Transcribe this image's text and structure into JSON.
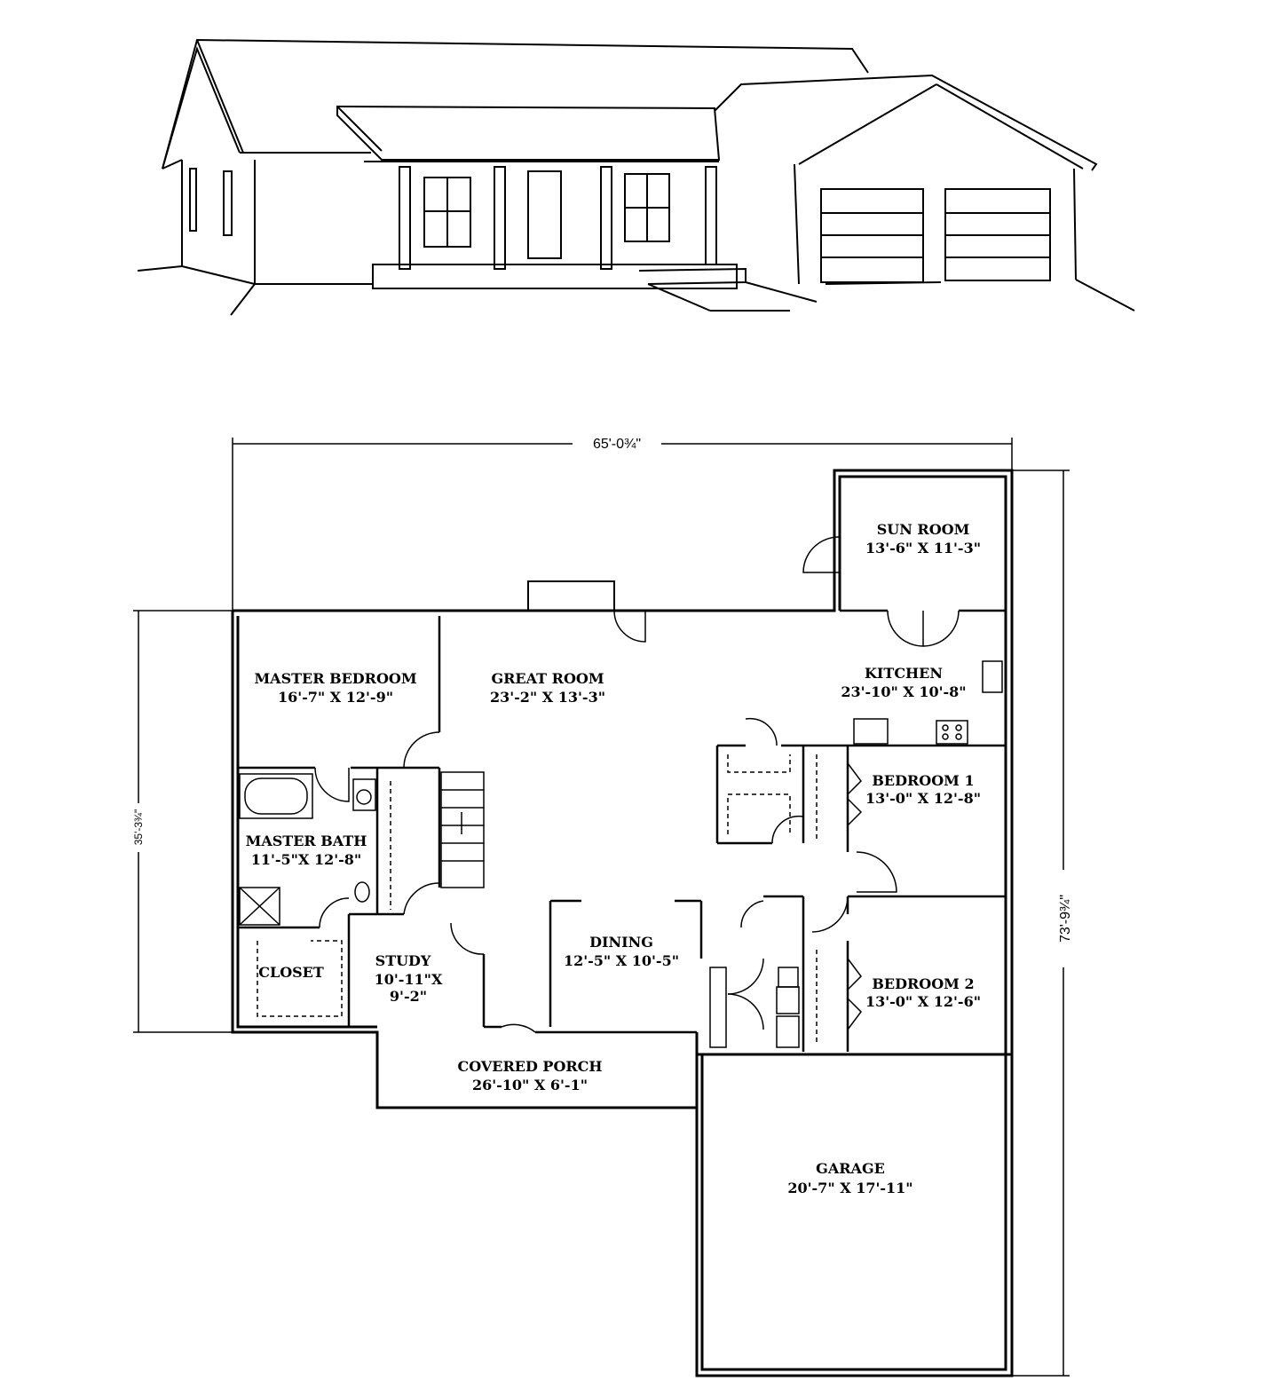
{
  "dimensions": {
    "overall_width": "65'-0¾\"",
    "overall_depth": "73'-9¾\"",
    "left_depth": "35'-3¾\""
  },
  "rooms": [
    {
      "name": "SUN ROOM",
      "size": "13'-6\" X 11'-3\""
    },
    {
      "name": "MASTER BEDROOM",
      "size": "16'-7\" X 12'-9\""
    },
    {
      "name": "GREAT ROOM",
      "size": "23'-2\" X 13'-3\""
    },
    {
      "name": "KITCHEN",
      "size": "23'-10\" X 10'-8\""
    },
    {
      "name": "BEDROOM 1",
      "size": "13'-0\" X 12'-8\""
    },
    {
      "name": "MASTER BATH",
      "size": "11'-5\"X 12'-8\""
    },
    {
      "name": "CLOSET",
      "size": ""
    },
    {
      "name": "STUDY",
      "size": "10'-11\"X",
      "size2": "9'-2\""
    },
    {
      "name": "DINING",
      "size": "12'-5\" X 10'-5\""
    },
    {
      "name": "BEDROOM 2",
      "size": "13'-0\" X 12'-6\""
    },
    {
      "name": "COVERED PORCH",
      "size": "26'-10\" X 6'-1\""
    },
    {
      "name": "GARAGE",
      "size": "20'-7\" X 17'-11\""
    }
  ]
}
